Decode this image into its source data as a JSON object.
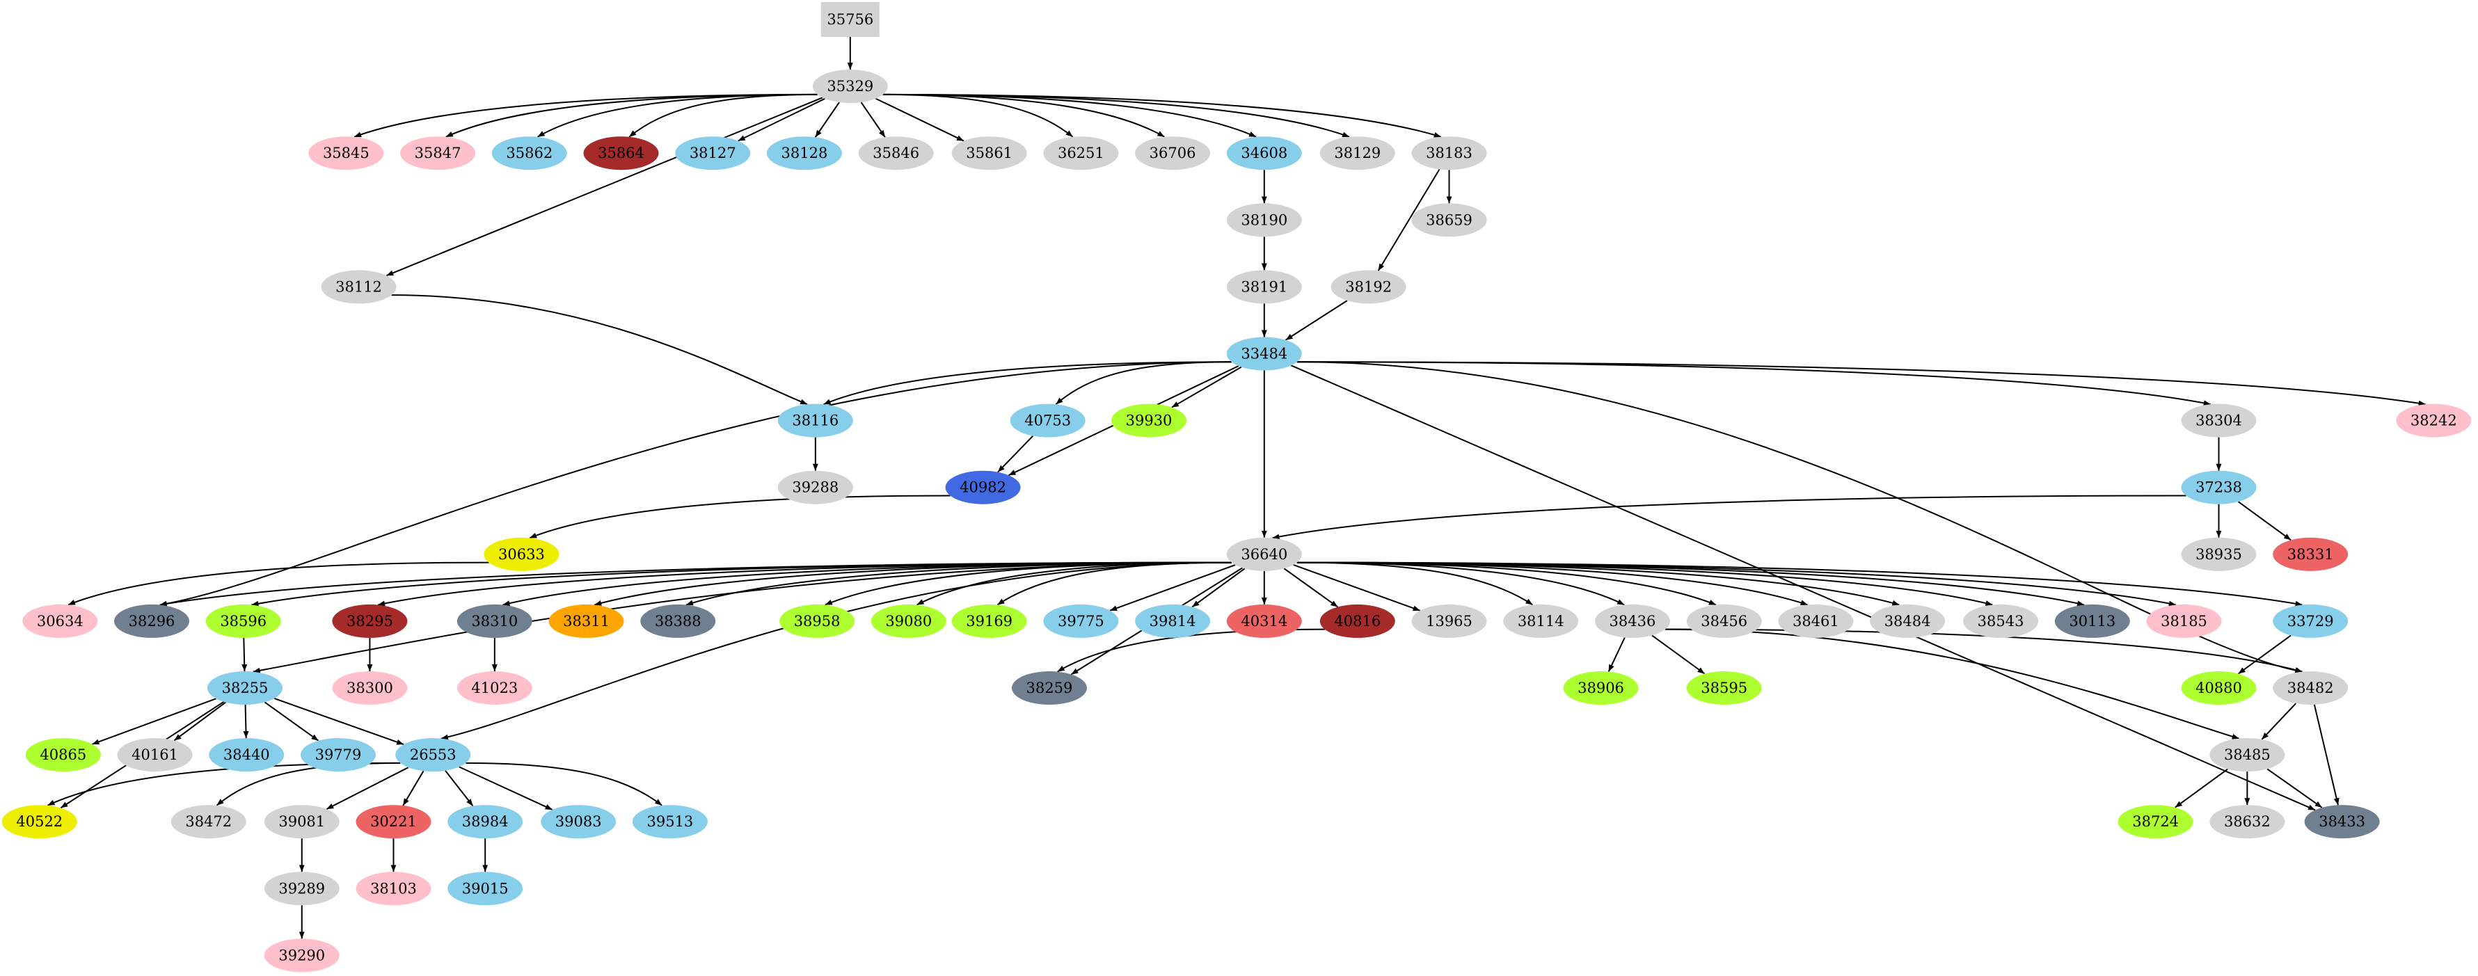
{
  "diagram": {
    "type": "directed-graph",
    "colors": {
      "lightgray": "#d3d3d3",
      "skyblue": "#87ceeb",
      "pink": "#ffc0cb",
      "brown": "#a52a2a",
      "greenyellow": "#adff2f",
      "yellow": "#eeee00",
      "royalblue": "#4169e1",
      "slategray": "#708090",
      "orange": "#ffa500",
      "indianred": "#ee6363"
    },
    "nodes": [
      {
        "id": "35756",
        "color": "lightgray",
        "shape": "box"
      },
      {
        "id": "35329",
        "color": "lightgray"
      },
      {
        "id": "35845",
        "color": "pink"
      },
      {
        "id": "35847",
        "color": "pink"
      },
      {
        "id": "35862",
        "color": "skyblue"
      },
      {
        "id": "35864",
        "color": "brown"
      },
      {
        "id": "38127",
        "color": "skyblue"
      },
      {
        "id": "38128",
        "color": "skyblue"
      },
      {
        "id": "35846",
        "color": "lightgray"
      },
      {
        "id": "35861",
        "color": "lightgray"
      },
      {
        "id": "36251",
        "color": "lightgray"
      },
      {
        "id": "36706",
        "color": "lightgray"
      },
      {
        "id": "34608",
        "color": "skyblue"
      },
      {
        "id": "38129",
        "color": "lightgray"
      },
      {
        "id": "38183",
        "color": "lightgray"
      },
      {
        "id": "38190",
        "color": "lightgray"
      },
      {
        "id": "38659",
        "color": "lightgray"
      },
      {
        "id": "38112",
        "color": "lightgray"
      },
      {
        "id": "38191",
        "color": "lightgray"
      },
      {
        "id": "38192",
        "color": "lightgray"
      },
      {
        "id": "33484",
        "color": "skyblue"
      },
      {
        "id": "38116",
        "color": "skyblue"
      },
      {
        "id": "40753",
        "color": "skyblue"
      },
      {
        "id": "39930",
        "color": "greenyellow"
      },
      {
        "id": "38304",
        "color": "lightgray"
      },
      {
        "id": "38242",
        "color": "pink"
      },
      {
        "id": "39288",
        "color": "lightgray"
      },
      {
        "id": "40982",
        "color": "royalblue"
      },
      {
        "id": "37238",
        "color": "skyblue"
      },
      {
        "id": "30633",
        "color": "yellow"
      },
      {
        "id": "36640",
        "color": "lightgray"
      },
      {
        "id": "38935",
        "color": "lightgray"
      },
      {
        "id": "38331",
        "color": "indianred"
      },
      {
        "id": "30634",
        "color": "pink"
      },
      {
        "id": "38296",
        "color": "slategray"
      },
      {
        "id": "38596",
        "color": "greenyellow"
      },
      {
        "id": "38295",
        "color": "brown"
      },
      {
        "id": "38310",
        "color": "slategray"
      },
      {
        "id": "38311",
        "color": "orange"
      },
      {
        "id": "38388",
        "color": "slategray"
      },
      {
        "id": "38958",
        "color": "greenyellow"
      },
      {
        "id": "39080",
        "color": "greenyellow"
      },
      {
        "id": "39169",
        "color": "greenyellow"
      },
      {
        "id": "39775",
        "color": "skyblue"
      },
      {
        "id": "39814",
        "color": "skyblue"
      },
      {
        "id": "40314",
        "color": "indianred"
      },
      {
        "id": "40816",
        "color": "brown"
      },
      {
        "id": "13965",
        "color": "lightgray"
      },
      {
        "id": "38114",
        "color": "lightgray"
      },
      {
        "id": "38436",
        "color": "lightgray"
      },
      {
        "id": "38456",
        "color": "lightgray"
      },
      {
        "id": "38461",
        "color": "lightgray"
      },
      {
        "id": "38484",
        "color": "lightgray"
      },
      {
        "id": "38543",
        "color": "lightgray"
      },
      {
        "id": "30113",
        "color": "slategray"
      },
      {
        "id": "38185",
        "color": "pink"
      },
      {
        "id": "33729",
        "color": "skyblue"
      },
      {
        "id": "38255",
        "color": "skyblue"
      },
      {
        "id": "38300",
        "color": "pink"
      },
      {
        "id": "41023",
        "color": "pink"
      },
      {
        "id": "38259",
        "color": "slategray"
      },
      {
        "id": "38906",
        "color": "greenyellow"
      },
      {
        "id": "38595",
        "color": "greenyellow"
      },
      {
        "id": "40880",
        "color": "greenyellow"
      },
      {
        "id": "38482",
        "color": "lightgray"
      },
      {
        "id": "40865",
        "color": "greenyellow"
      },
      {
        "id": "40161",
        "color": "lightgray"
      },
      {
        "id": "38440",
        "color": "skyblue"
      },
      {
        "id": "39779",
        "color": "skyblue"
      },
      {
        "id": "26553",
        "color": "skyblue"
      },
      {
        "id": "38485",
        "color": "lightgray"
      },
      {
        "id": "40522",
        "color": "yellow"
      },
      {
        "id": "38472",
        "color": "lightgray"
      },
      {
        "id": "39081",
        "color": "lightgray"
      },
      {
        "id": "30221",
        "color": "indianred"
      },
      {
        "id": "38984",
        "color": "skyblue"
      },
      {
        "id": "39083",
        "color": "skyblue"
      },
      {
        "id": "39513",
        "color": "skyblue"
      },
      {
        "id": "38724",
        "color": "greenyellow"
      },
      {
        "id": "38632",
        "color": "lightgray"
      },
      {
        "id": "38433",
        "color": "slategray"
      },
      {
        "id": "39289",
        "color": "lightgray"
      },
      {
        "id": "38103",
        "color": "pink"
      },
      {
        "id": "39015",
        "color": "skyblue"
      },
      {
        "id": "39290",
        "color": "pink"
      }
    ],
    "edges": [
      [
        "35756",
        "35329"
      ],
      [
        "35329",
        "38112"
      ],
      [
        "35329",
        "35845"
      ],
      [
        "35329",
        "35847"
      ],
      [
        "35329",
        "35862"
      ],
      [
        "35329",
        "35864"
      ],
      [
        "35329",
        "38127"
      ],
      [
        "35329",
        "38128"
      ],
      [
        "35329",
        "35846"
      ],
      [
        "35329",
        "35861"
      ],
      [
        "35329",
        "36251"
      ],
      [
        "35329",
        "36706"
      ],
      [
        "35329",
        "34608"
      ],
      [
        "35329",
        "38129"
      ],
      [
        "35329",
        "38183"
      ],
      [
        "34608",
        "38190"
      ],
      [
        "38183",
        "38659"
      ],
      [
        "38183",
        "38192"
      ],
      [
        "38190",
        "38191"
      ],
      [
        "38191",
        "33484"
      ],
      [
        "38192",
        "33484"
      ],
      [
        "38112",
        "38116"
      ],
      [
        "33484",
        "38116"
      ],
      [
        "33484",
        "40982"
      ],
      [
        "33484",
        "40753"
      ],
      [
        "33484",
        "39930"
      ],
      [
        "33484",
        "38296"
      ],
      [
        "33484",
        "36640"
      ],
      [
        "33484",
        "38304"
      ],
      [
        "33484",
        "38242"
      ],
      [
        "33484",
        "38482"
      ],
      [
        "33484",
        "38433"
      ],
      [
        "38116",
        "39288"
      ],
      [
        "40753",
        "40982"
      ],
      [
        "40982",
        "30633"
      ],
      [
        "38304",
        "37238"
      ],
      [
        "37238",
        "36640"
      ],
      [
        "37238",
        "38935"
      ],
      [
        "37238",
        "38331"
      ],
      [
        "30633",
        "30634"
      ],
      [
        "36640",
        "38296"
      ],
      [
        "36640",
        "38596"
      ],
      [
        "36640",
        "38255"
      ],
      [
        "36640",
        "38295"
      ],
      [
        "36640",
        "26553"
      ],
      [
        "36640",
        "38310"
      ],
      [
        "36640",
        "38311"
      ],
      [
        "36640",
        "38388"
      ],
      [
        "36640",
        "38259"
      ],
      [
        "36640",
        "38958"
      ],
      [
        "36640",
        "39080"
      ],
      [
        "36640",
        "39169"
      ],
      [
        "36640",
        "39775"
      ],
      [
        "36640",
        "39814"
      ],
      [
        "36640",
        "40314"
      ],
      [
        "36640",
        "40816"
      ],
      [
        "36640",
        "13965"
      ],
      [
        "36640",
        "38114"
      ],
      [
        "36640",
        "38436"
      ],
      [
        "36640",
        "38456"
      ],
      [
        "36640",
        "38461"
      ],
      [
        "36640",
        "38484"
      ],
      [
        "36640",
        "38543"
      ],
      [
        "36640",
        "30113"
      ],
      [
        "36640",
        "38185"
      ],
      [
        "36640",
        "33729"
      ],
      [
        "38596",
        "38255"
      ],
      [
        "38295",
        "38300"
      ],
      [
        "38310",
        "41023"
      ],
      [
        "40816",
        "38259"
      ],
      [
        "38436",
        "38906"
      ],
      [
        "38436",
        "38595"
      ],
      [
        "38436",
        "38482"
      ],
      [
        "38436",
        "38485"
      ],
      [
        "33729",
        "40880"
      ],
      [
        "38482",
        "38485"
      ],
      [
        "38482",
        "38433"
      ],
      [
        "38255",
        "40522"
      ],
      [
        "38255",
        "40865"
      ],
      [
        "38255",
        "40161"
      ],
      [
        "38255",
        "38440"
      ],
      [
        "38255",
        "39779"
      ],
      [
        "38255",
        "26553"
      ],
      [
        "26553",
        "40522"
      ],
      [
        "26553",
        "38472"
      ],
      [
        "26553",
        "39081"
      ],
      [
        "26553",
        "30221"
      ],
      [
        "26553",
        "38984"
      ],
      [
        "26553",
        "39083"
      ],
      [
        "26553",
        "39513"
      ],
      [
        "38485",
        "38724"
      ],
      [
        "38485",
        "38632"
      ],
      [
        "38485",
        "38433"
      ],
      [
        "39081",
        "39289"
      ],
      [
        "30221",
        "38103"
      ],
      [
        "38984",
        "39015"
      ],
      [
        "39289",
        "39290"
      ]
    ]
  }
}
